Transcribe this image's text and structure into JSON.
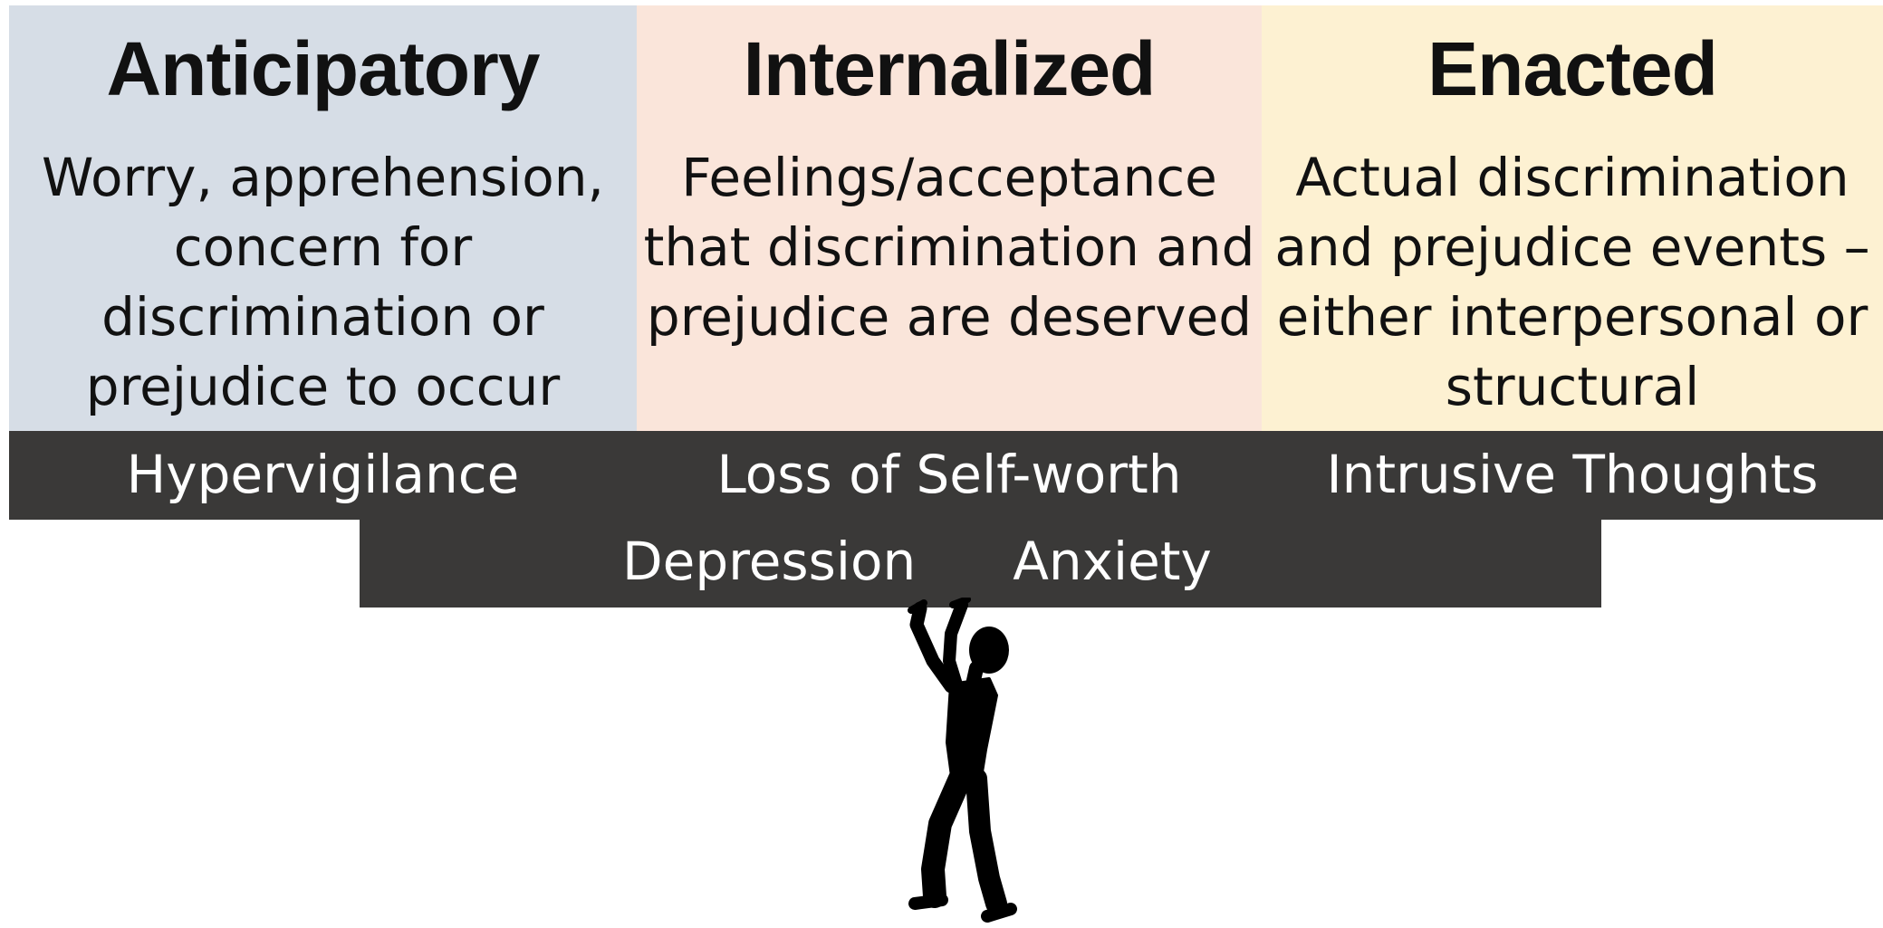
{
  "columns": [
    {
      "title": "Anticipatory",
      "lines": [
        "Worry, apprehension,",
        "concern for",
        "discrimination or",
        "prejudice to occur"
      ],
      "background": "#d6dde6"
    },
    {
      "title": "Internalized",
      "lines": [
        "Feelings/acceptance",
        "that discrimination and",
        "prejudice are deserved"
      ],
      "background": "#fae5da"
    },
    {
      "title": "Enacted",
      "lines": [
        "Actual discrimination",
        "and prejudice events –",
        "either interpersonal or",
        "structural"
      ],
      "background": "#fdf1d2"
    }
  ],
  "effects": {
    "top": [
      "Hypervigilance",
      "Loss of Self-worth",
      "Intrusive Thoughts"
    ],
    "bottom": [
      "Depression",
      "Anxiety"
    ]
  },
  "colors": {
    "band": "#3a3938",
    "band_text": "#ffffff",
    "figure": "#000000"
  },
  "icons": {
    "figure": "person-bearing-weight-icon"
  }
}
